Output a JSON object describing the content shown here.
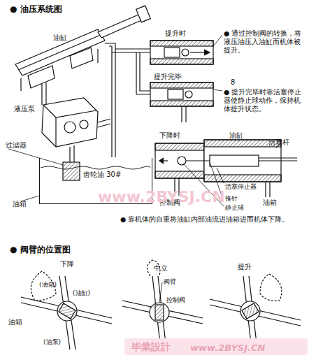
{
  "diagram": {
    "title": "● 油压系统图",
    "nodes": [
      {
        "text": [
          "齿轮油 30#"
        ]
      }
    ],
    "labels": [
      "油缸",
      "提升时",
      "● 通过控制阀的转换，将液压油压入油缸而机体被提升。",
      "提升完毕",
      "8",
      "● 提升完毕时靠活塞停止器使静止球动作，保持机体提升状态。",
      "液压泵",
      "过滤器",
      "油箱",
      "下降时",
      "油缸",
      "活塞杆",
      "活塞停止器",
      "推针",
      "静止球",
      "控制阀",
      "油箱",
      "● 靠机体的自重将油缸内部油流进油箱进而机体下降。",
      "www.2BYSJ.CN",
      "● 阀臂的位置图",
      "下降",
      "中立",
      "提升",
      "(油箱)",
      "(油缸)",
      "阀臂",
      "控制阀",
      "油箱",
      "(油泵)",
      "毕業設計",
      "www.2BYSJ.CN"
    ]
  }
}
